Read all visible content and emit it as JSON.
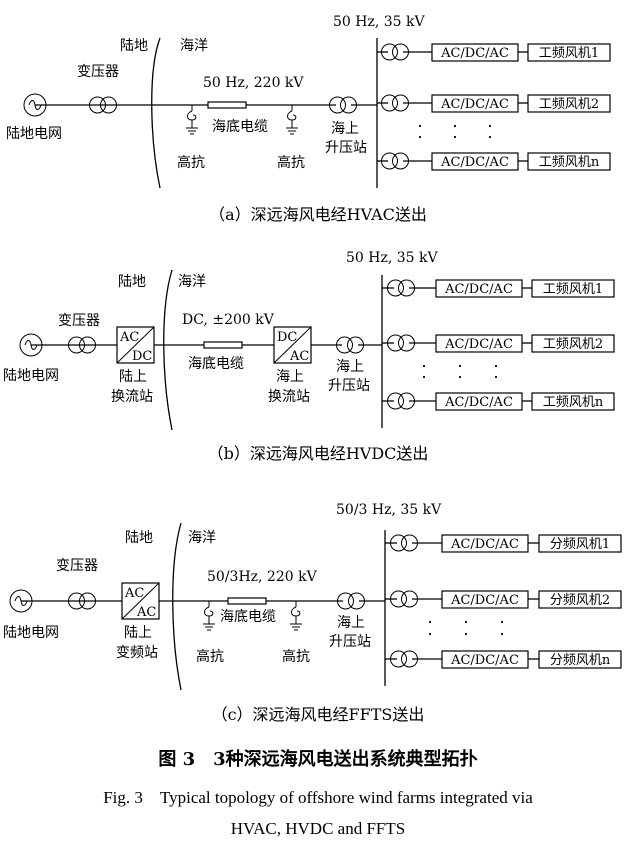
{
  "panels": [
    {
      "id": "a",
      "land": "陆地",
      "sea": "海洋",
      "transformer": "变压器",
      "grid": "陆地电网",
      "cable_rating": "50 Hz, 220 kV",
      "cable": "海底电缆",
      "reactor1": "高抗",
      "reactor2": "高抗",
      "station_line1": "海上",
      "station_line2": "升压站",
      "collector_rating": "50 Hz, 35 kV",
      "converter": "AC/DC/AC",
      "turbines": [
        "工频风机1",
        "工频风机2",
        "工频风机n"
      ],
      "caption": "（a）深远海风电经HVAC送出"
    },
    {
      "id": "b",
      "land": "陆地",
      "sea": "海洋",
      "transformer": "变压器",
      "grid": "陆地电网",
      "cable_rating": "DC, ±200 kV",
      "cable": "海底电缆",
      "onshore_conv_top": "AC",
      "onshore_conv_bottom": "DC",
      "onshore_station_line1": "陆上",
      "onshore_station_line2": "换流站",
      "offshore_conv_top": "DC",
      "offshore_conv_bottom": "AC",
      "offshore_conv_line1": "海上",
      "offshore_conv_line2": "换流站",
      "station_line1": "海上",
      "station_line2": "升压站",
      "collector_rating": "50 Hz, 35 kV",
      "converter": "AC/DC/AC",
      "turbines": [
        "工频风机1",
        "工频风机2",
        "工频风机n"
      ],
      "caption": "（b）深远海风电经HVDC送出"
    },
    {
      "id": "c",
      "land": "陆地",
      "sea": "海洋",
      "transformer": "变压器",
      "grid": "陆地电网",
      "cable_rating": "50/3Hz, 220 kV",
      "cable": "海底电缆",
      "reactor1": "高抗",
      "reactor2": "高抗",
      "freq_conv_top": "AC",
      "freq_conv_bottom": "AC",
      "freq_station_line1": "陆上",
      "freq_station_line2": "变频站",
      "station_line1": "海上",
      "station_line2": "升压站",
      "collector_rating": "50/3 Hz, 35 kV",
      "converter": "AC/DC/AC",
      "turbines": [
        "分频风机1",
        "分频风机2",
        "分频风机n"
      ],
      "caption": "（c）深远海风电经FFTS送出"
    }
  ],
  "figure": {
    "title_cn": "图 3　3种深远海风电送出系统典型拓扑",
    "title_en_line1": "Fig. 3　Typical topology of offshore wind farms integrated via",
    "title_en_line2": "HVAC, HVDC and FFTS"
  }
}
